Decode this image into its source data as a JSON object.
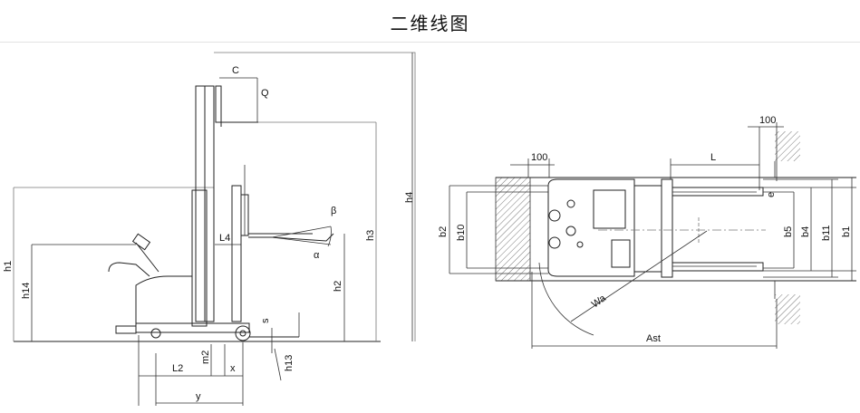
{
  "page": {
    "title": "二维线图"
  },
  "side_view": {
    "labels": {
      "C": "C",
      "Q": "Q",
      "h4": "h4",
      "h3": "h3",
      "h1": "h1",
      "h14": "h14",
      "L4": "L4",
      "beta": "β",
      "alpha": "α",
      "h2": "h2",
      "s": "s",
      "h13": "h13",
      "L2": "L2",
      "m2": "m2",
      "x": "x",
      "y": "y"
    }
  },
  "top_view": {
    "labels": {
      "d100_top": "100",
      "d100_left": "100",
      "L": "L",
      "e": "e",
      "b2": "b2",
      "b10": "b10",
      "b5": "b5",
      "b4": "b4",
      "b11": "b11",
      "b1": "b1",
      "Wa": "Wa",
      "Ast": "Ast"
    }
  }
}
